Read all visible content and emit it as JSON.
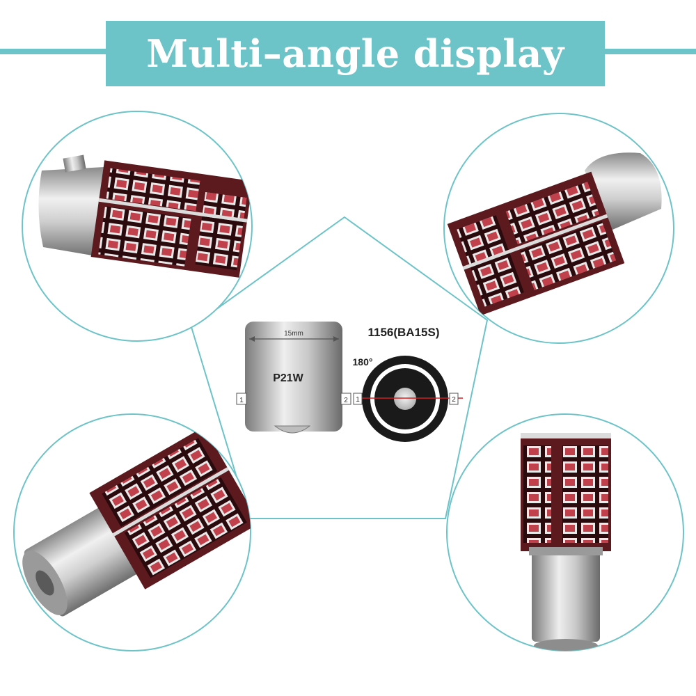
{
  "title": "Multi–angle display",
  "diagram": {
    "width_label": "15mm",
    "model_label": "P21W",
    "type_label": "1156(BA15S)",
    "angle_label": "180°",
    "pin_left": "1",
    "pin_right": "2"
  },
  "colors": {
    "accent": "#6cc3c8",
    "pcb": "#6b1d22",
    "led": "#c24a52",
    "metal": "#b8b8b8"
  }
}
